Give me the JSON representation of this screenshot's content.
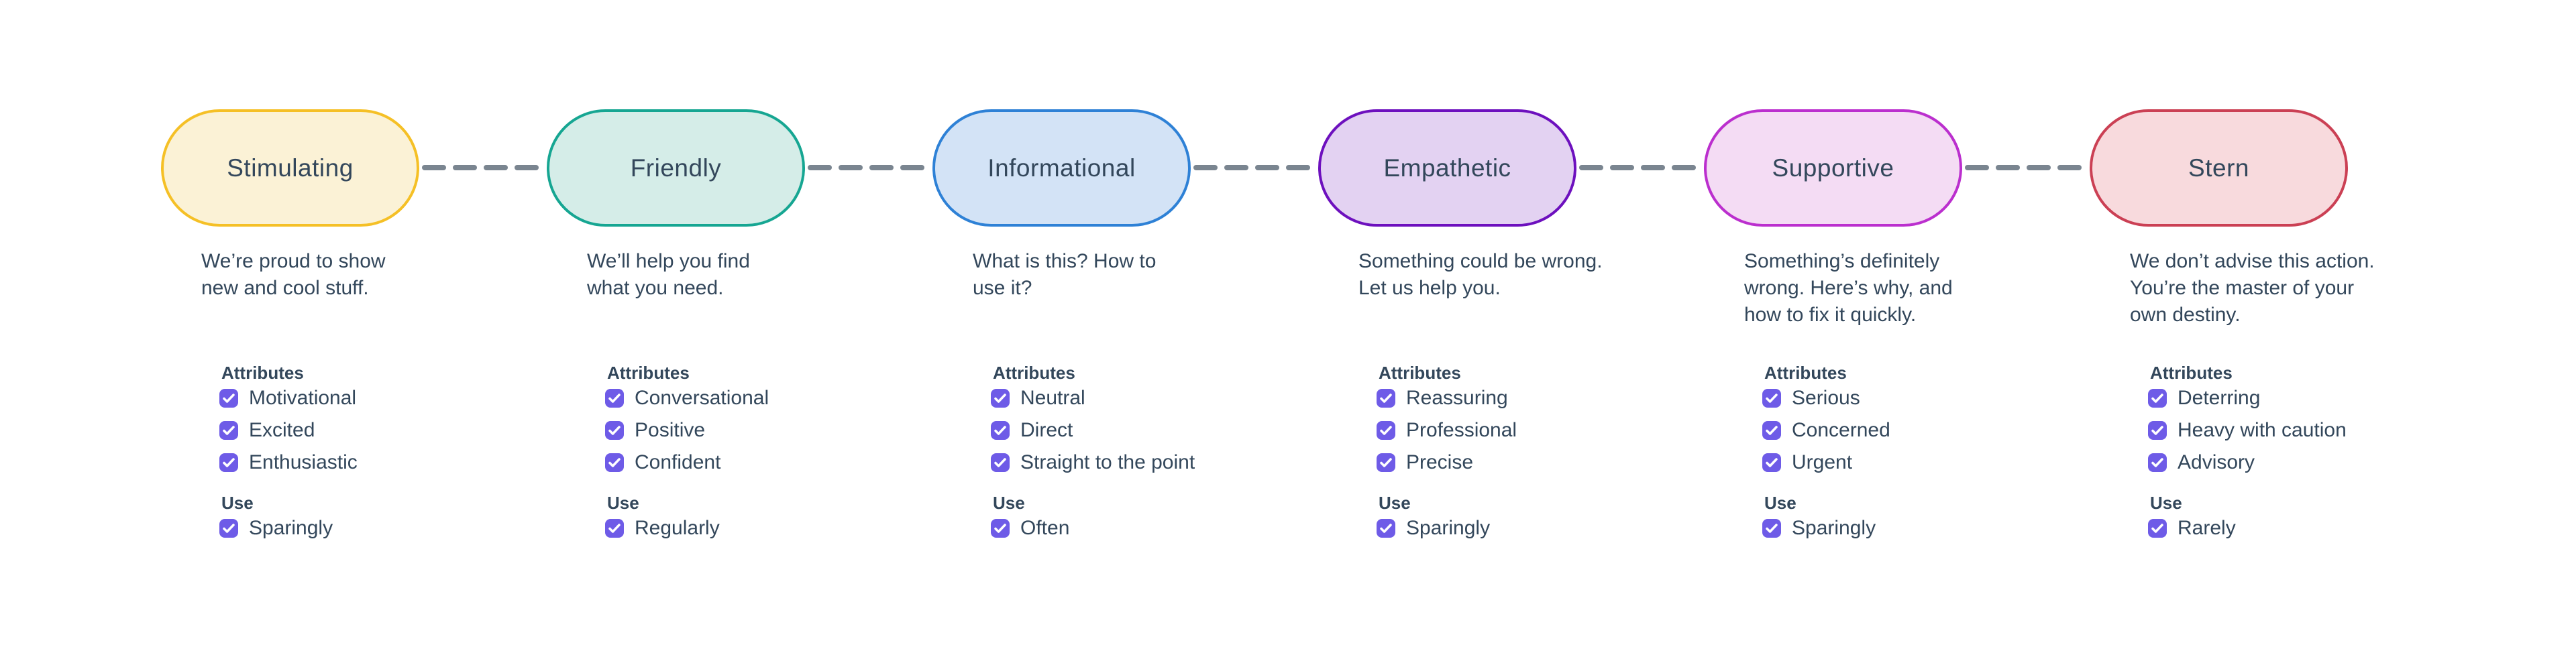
{
  "page": {
    "background": "#ffffff",
    "text_color": "#33475b"
  },
  "connector": {
    "style": "dashed",
    "color": "#7a8590"
  },
  "checkbox": {
    "color": "#6e5be7",
    "checked": true
  },
  "labels": {
    "attributes": "Attributes",
    "use": "Use"
  },
  "columns": [
    {
      "title": "Stimulating",
      "pill": {
        "fill": "#fbf2d6",
        "border": "#f5c026"
      },
      "description": [
        "We’re proud to show",
        "new and cool stuff."
      ],
      "attributes": [
        "Motivational",
        "Excited",
        "Enthusiastic"
      ],
      "use": "Sparingly"
    },
    {
      "title": "Friendly",
      "pill": {
        "fill": "#d5ede8",
        "border": "#16a692"
      },
      "description": [
        "We’ll help you find",
        "what you need."
      ],
      "attributes": [
        "Conversational",
        "Positive",
        "Confident"
      ],
      "use": "Regularly"
    },
    {
      "title": "Informational",
      "pill": {
        "fill": "#d3e3f6",
        "border": "#2e81d6"
      },
      "description": [
        "What is this? How to",
        "use it?"
      ],
      "attributes": [
        "Neutral",
        "Direct",
        "Straight to the point"
      ],
      "use": "Often"
    },
    {
      "title": "Empathetic",
      "pill": {
        "fill": "#e3d2f2",
        "border": "#6d10be"
      },
      "description": [
        "Something could be wrong.",
        "Let us help you."
      ],
      "attributes": [
        "Reassuring",
        "Professional",
        "Precise"
      ],
      "use": "Sparingly"
    },
    {
      "title": "Supportive",
      "pill": {
        "fill": "#f4dcf4",
        "border": "#bb2fce"
      },
      "description": [
        "Something’s definitely",
        "wrong. Here’s why, and",
        "how to fix it quickly."
      ],
      "attributes": [
        "Serious",
        "Concerned",
        "Urgent"
      ],
      "use": "Sparingly"
    },
    {
      "title": "Stern",
      "pill": {
        "fill": "#f8dadd",
        "border": "#cb4054"
      },
      "description": [
        "We don’t advise this action.",
        "You’re the master of your",
        "own destiny."
      ],
      "attributes": [
        "Deterring",
        "Heavy with caution",
        "Advisory"
      ],
      "use": "Rarely"
    }
  ]
}
